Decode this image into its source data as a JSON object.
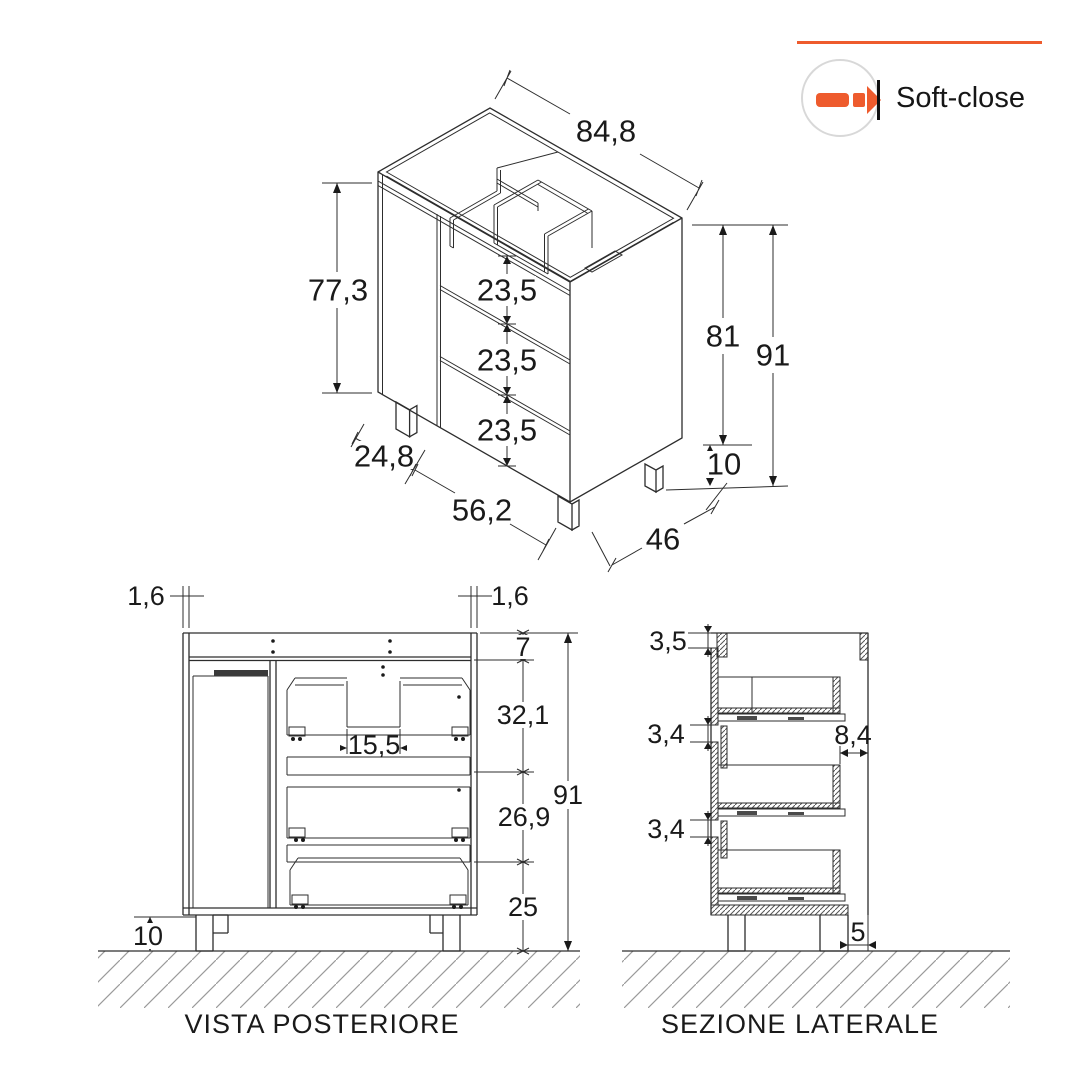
{
  "badge": {
    "label": "Soft-close",
    "accent": "#EE5B2D"
  },
  "views": {
    "iso": {
      "dims": {
        "width": "84,8",
        "front_height": "77,3",
        "drawer_1": "23,5",
        "drawer_2": "23,5",
        "drawer_3": "23,5",
        "door_width": "24,8",
        "drawers_width": "56,2",
        "depth": "46",
        "body_height": "81",
        "total_height": "91",
        "leg_height": "10"
      }
    },
    "rear": {
      "caption": "VISTA POSTERIORE",
      "dims": {
        "panel_left": "1,6",
        "panel_right": "1,6",
        "top_rail": "7",
        "upper_section": "32,1",
        "cutout_width": "15,5",
        "middle_section": "26,9",
        "total_height": "91",
        "bottom_section": "25",
        "leg_height": "10"
      }
    },
    "side": {
      "caption": "SEZIONE LATERALE",
      "dims": {
        "top_thickness": "3,5",
        "gap_upper": "3,4",
        "back_clearance": "8,4",
        "gap_lower": "3,4",
        "leg_inset": "5"
      }
    }
  }
}
